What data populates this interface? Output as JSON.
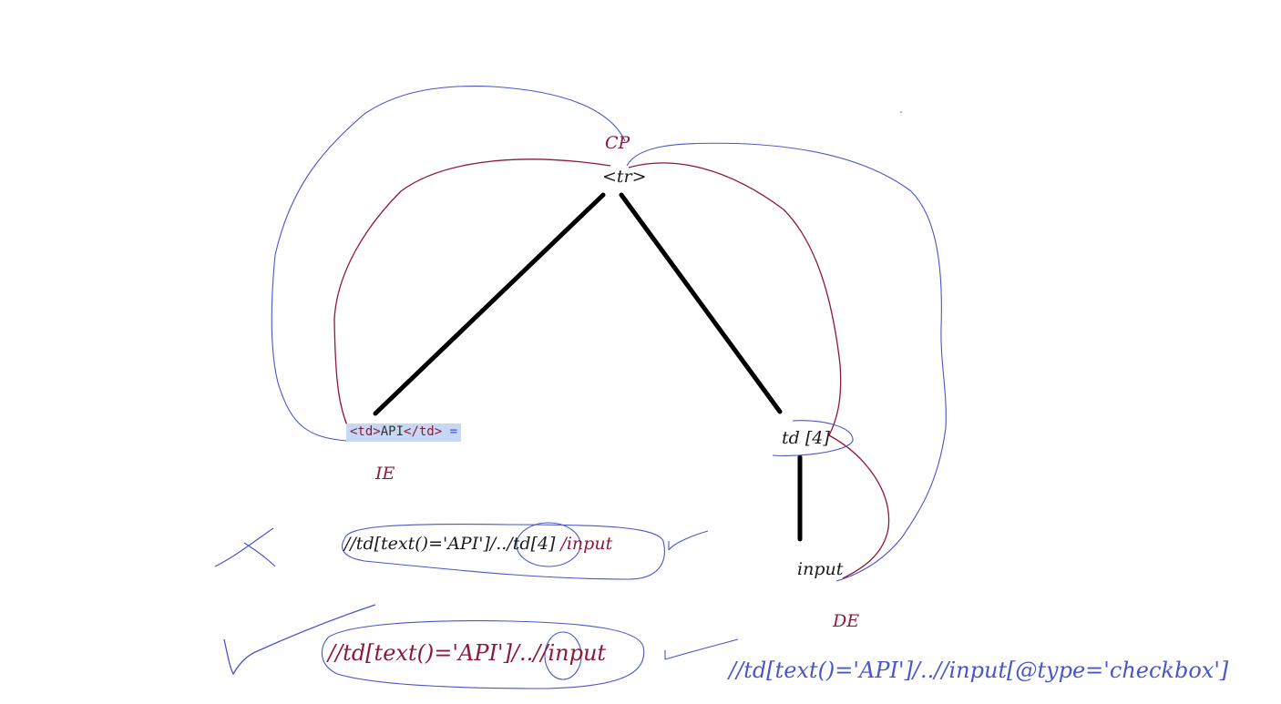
{
  "nodes": {
    "cp_label": "CP",
    "tr_label": "<tr>",
    "td4_label": "td [4]",
    "input_label": "input",
    "ie_label": "IE",
    "de_label": "DE"
  },
  "code_snippet": {
    "open_tag": "<td>",
    "text": "API",
    "close_tag": "</td>",
    "trailing": "="
  },
  "xpaths": {
    "rejected": {
      "main": "//td[text()='API']/../td[4]",
      "tail": "/input"
    },
    "accepted": "//td[text()='API']/..//input",
    "final": "//td[text()='API']/..//input[@type='checkbox']"
  },
  "colors": {
    "maroon": "#8b1a3a",
    "blue_ink": "#4a56c8",
    "tree_lines": "#000000",
    "highlight": "#c7d8f4"
  }
}
